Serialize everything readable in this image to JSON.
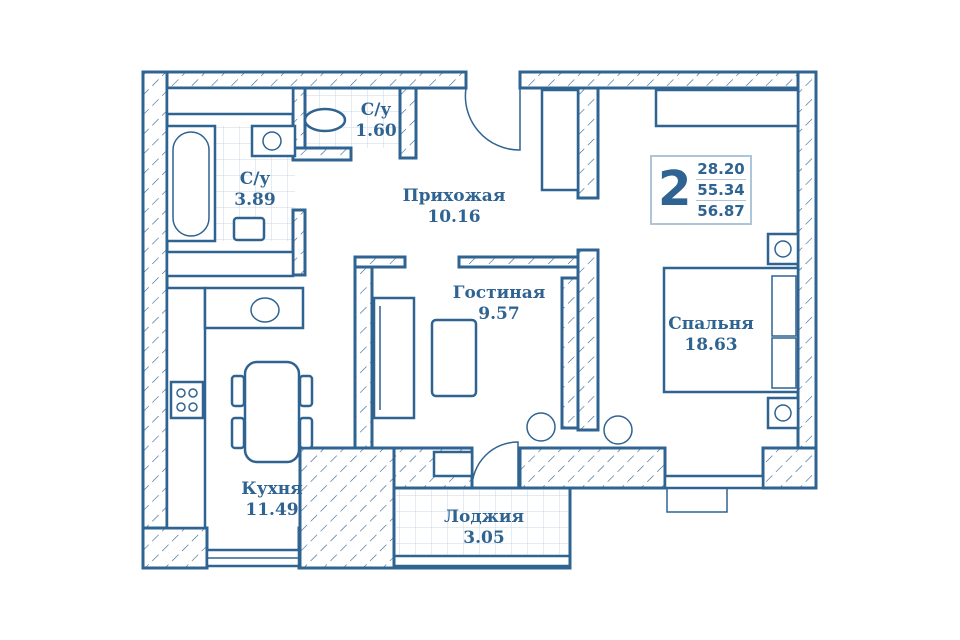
{
  "colors": {
    "line": "#2f6391",
    "tile": "#c9d7e6"
  },
  "info": {
    "rooms": "2",
    "living_area": "28.20",
    "total_area": "55.34",
    "area_with_loggia": "56.87"
  },
  "rooms": {
    "bath": {
      "name": "С/у",
      "area": "3.89"
    },
    "wc": {
      "name": "С/у",
      "area": "1.60"
    },
    "hall": {
      "name": "Прихожая",
      "area": "10.16"
    },
    "living": {
      "name": "Гостиная",
      "area": "9.57"
    },
    "bedroom": {
      "name": "Спальня",
      "area": "18.63"
    },
    "kitchen": {
      "name": "Кухня",
      "area": "11.49"
    },
    "loggia": {
      "name": "Лоджия",
      "area": "3.05"
    }
  }
}
